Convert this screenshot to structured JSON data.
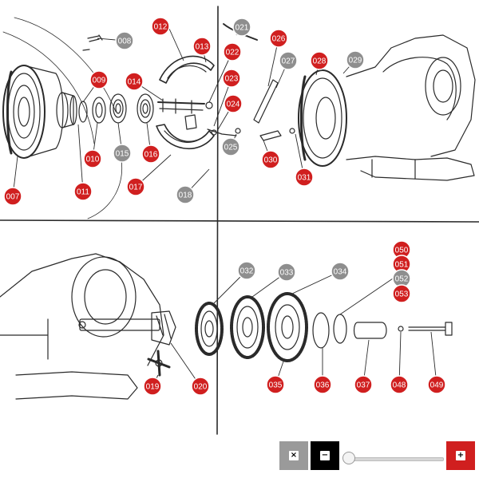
{
  "colors": {
    "red": "#d01f1f",
    "gray": "#8e8e8e",
    "ink": "#2a2a2a",
    "reset_btn": "#9a9a9a",
    "zoom_out_btn": "#000000",
    "zoom_in_btn": "#d01f1f"
  },
  "labels": [
    {
      "id": "007",
      "color": "red"
    },
    {
      "id": "008",
      "color": "gray"
    },
    {
      "id": "009",
      "color": "red"
    },
    {
      "id": "010",
      "color": "red"
    },
    {
      "id": "011",
      "color": "red"
    },
    {
      "id": "012",
      "color": "red"
    },
    {
      "id": "013",
      "color": "red"
    },
    {
      "id": "014",
      "color": "red"
    },
    {
      "id": "015",
      "color": "gray"
    },
    {
      "id": "016",
      "color": "red"
    },
    {
      "id": "017",
      "color": "red"
    },
    {
      "id": "018",
      "color": "gray"
    },
    {
      "id": "019",
      "color": "red"
    },
    {
      "id": "020",
      "color": "red"
    },
    {
      "id": "021",
      "color": "gray"
    },
    {
      "id": "022",
      "color": "red"
    },
    {
      "id": "023",
      "color": "red"
    },
    {
      "id": "024",
      "color": "red"
    },
    {
      "id": "025",
      "color": "gray"
    },
    {
      "id": "026",
      "color": "red"
    },
    {
      "id": "027",
      "color": "gray"
    },
    {
      "id": "028",
      "color": "red"
    },
    {
      "id": "029",
      "color": "gray"
    },
    {
      "id": "030",
      "color": "red"
    },
    {
      "id": "031",
      "color": "red"
    },
    {
      "id": "032",
      "color": "gray"
    },
    {
      "id": "033",
      "color": "gray"
    },
    {
      "id": "034",
      "color": "gray"
    },
    {
      "id": "035",
      "color": "red"
    },
    {
      "id": "036",
      "color": "red"
    },
    {
      "id": "037",
      "color": "red"
    },
    {
      "id": "048",
      "color": "red"
    },
    {
      "id": "049",
      "color": "red"
    },
    {
      "id": "050",
      "color": "red"
    },
    {
      "id": "051",
      "color": "red"
    },
    {
      "id": "052",
      "color": "gray"
    },
    {
      "id": "053",
      "color": "red"
    }
  ],
  "controls": {
    "reset": {
      "icon": "close-icon",
      "glyph": "×"
    },
    "zoom_out": {
      "icon": "minus-icon",
      "glyph": "−"
    },
    "zoom_in": {
      "icon": "plus-icon",
      "glyph": "+"
    },
    "zoom_level": 0
  }
}
